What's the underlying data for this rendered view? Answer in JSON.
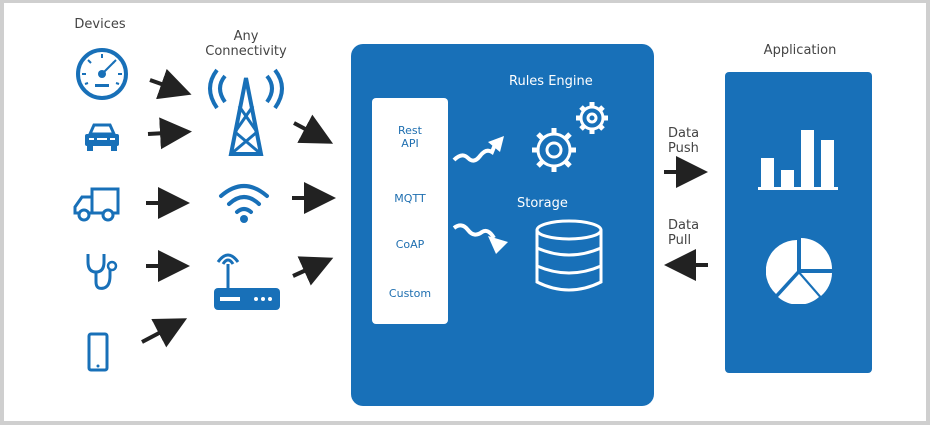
{
  "diagram": {
    "columns": {
      "devices": {
        "title": "Devices",
        "items": [
          {
            "icon": "speedometer-icon"
          },
          {
            "icon": "car-icon"
          },
          {
            "icon": "truck-icon"
          },
          {
            "icon": "stethoscope-icon"
          },
          {
            "icon": "smartphone-icon"
          }
        ]
      },
      "connectivity": {
        "title_line1": "Any",
        "title_line2": "Connectivity",
        "items": [
          {
            "icon": "cell-tower-icon"
          },
          {
            "icon": "wifi-icon"
          },
          {
            "icon": "router-icon"
          }
        ]
      },
      "platform": {
        "protocols": [
          "Rest",
          "API",
          "MQTT",
          "CoAP",
          "Custom"
        ],
        "rules_engine": "Rules Engine",
        "storage": "Storage"
      },
      "application": {
        "title": "Application",
        "icons": [
          "bar-chart-icon",
          "pie-chart-icon"
        ]
      }
    },
    "flows": {
      "push_line1": "Data",
      "push_line2": "Push",
      "pull_line1": "Data",
      "pull_line2": "Pull"
    },
    "colors": {
      "primary_blue": "#1870b8",
      "arrow": "#222222",
      "text": "#444444"
    }
  }
}
